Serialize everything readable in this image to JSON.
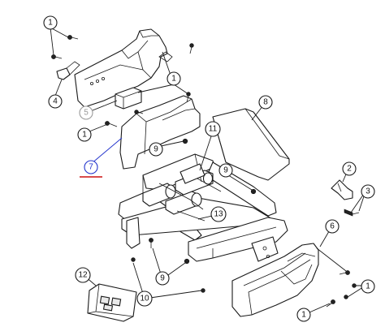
{
  "colors": {
    "line": "#1a1a1a",
    "background": "#ffffff",
    "highlight_leader": "#2233cc",
    "highlight_underline": "#cc1111",
    "faded_callout": "#999999"
  },
  "callouts": [
    {
      "id": "c1a",
      "label": "1"
    },
    {
      "id": "c4",
      "label": "4"
    },
    {
      "id": "c1b",
      "label": "1"
    },
    {
      "id": "c5",
      "label": "5"
    },
    {
      "id": "c1c",
      "label": "1"
    },
    {
      "id": "c7",
      "label": "7"
    },
    {
      "id": "c9a",
      "label": "9"
    },
    {
      "id": "c11",
      "label": "11"
    },
    {
      "id": "c8",
      "label": "8"
    },
    {
      "id": "c9b",
      "label": "9"
    },
    {
      "id": "c2",
      "label": "2"
    },
    {
      "id": "c3",
      "label": "3"
    },
    {
      "id": "c13",
      "label": "13"
    },
    {
      "id": "c6",
      "label": "6"
    },
    {
      "id": "c12",
      "label": "12"
    },
    {
      "id": "c9c",
      "label": "9"
    },
    {
      "id": "c10",
      "label": "10"
    },
    {
      "id": "c1d",
      "label": "1"
    },
    {
      "id": "c1e",
      "label": "1"
    }
  ]
}
